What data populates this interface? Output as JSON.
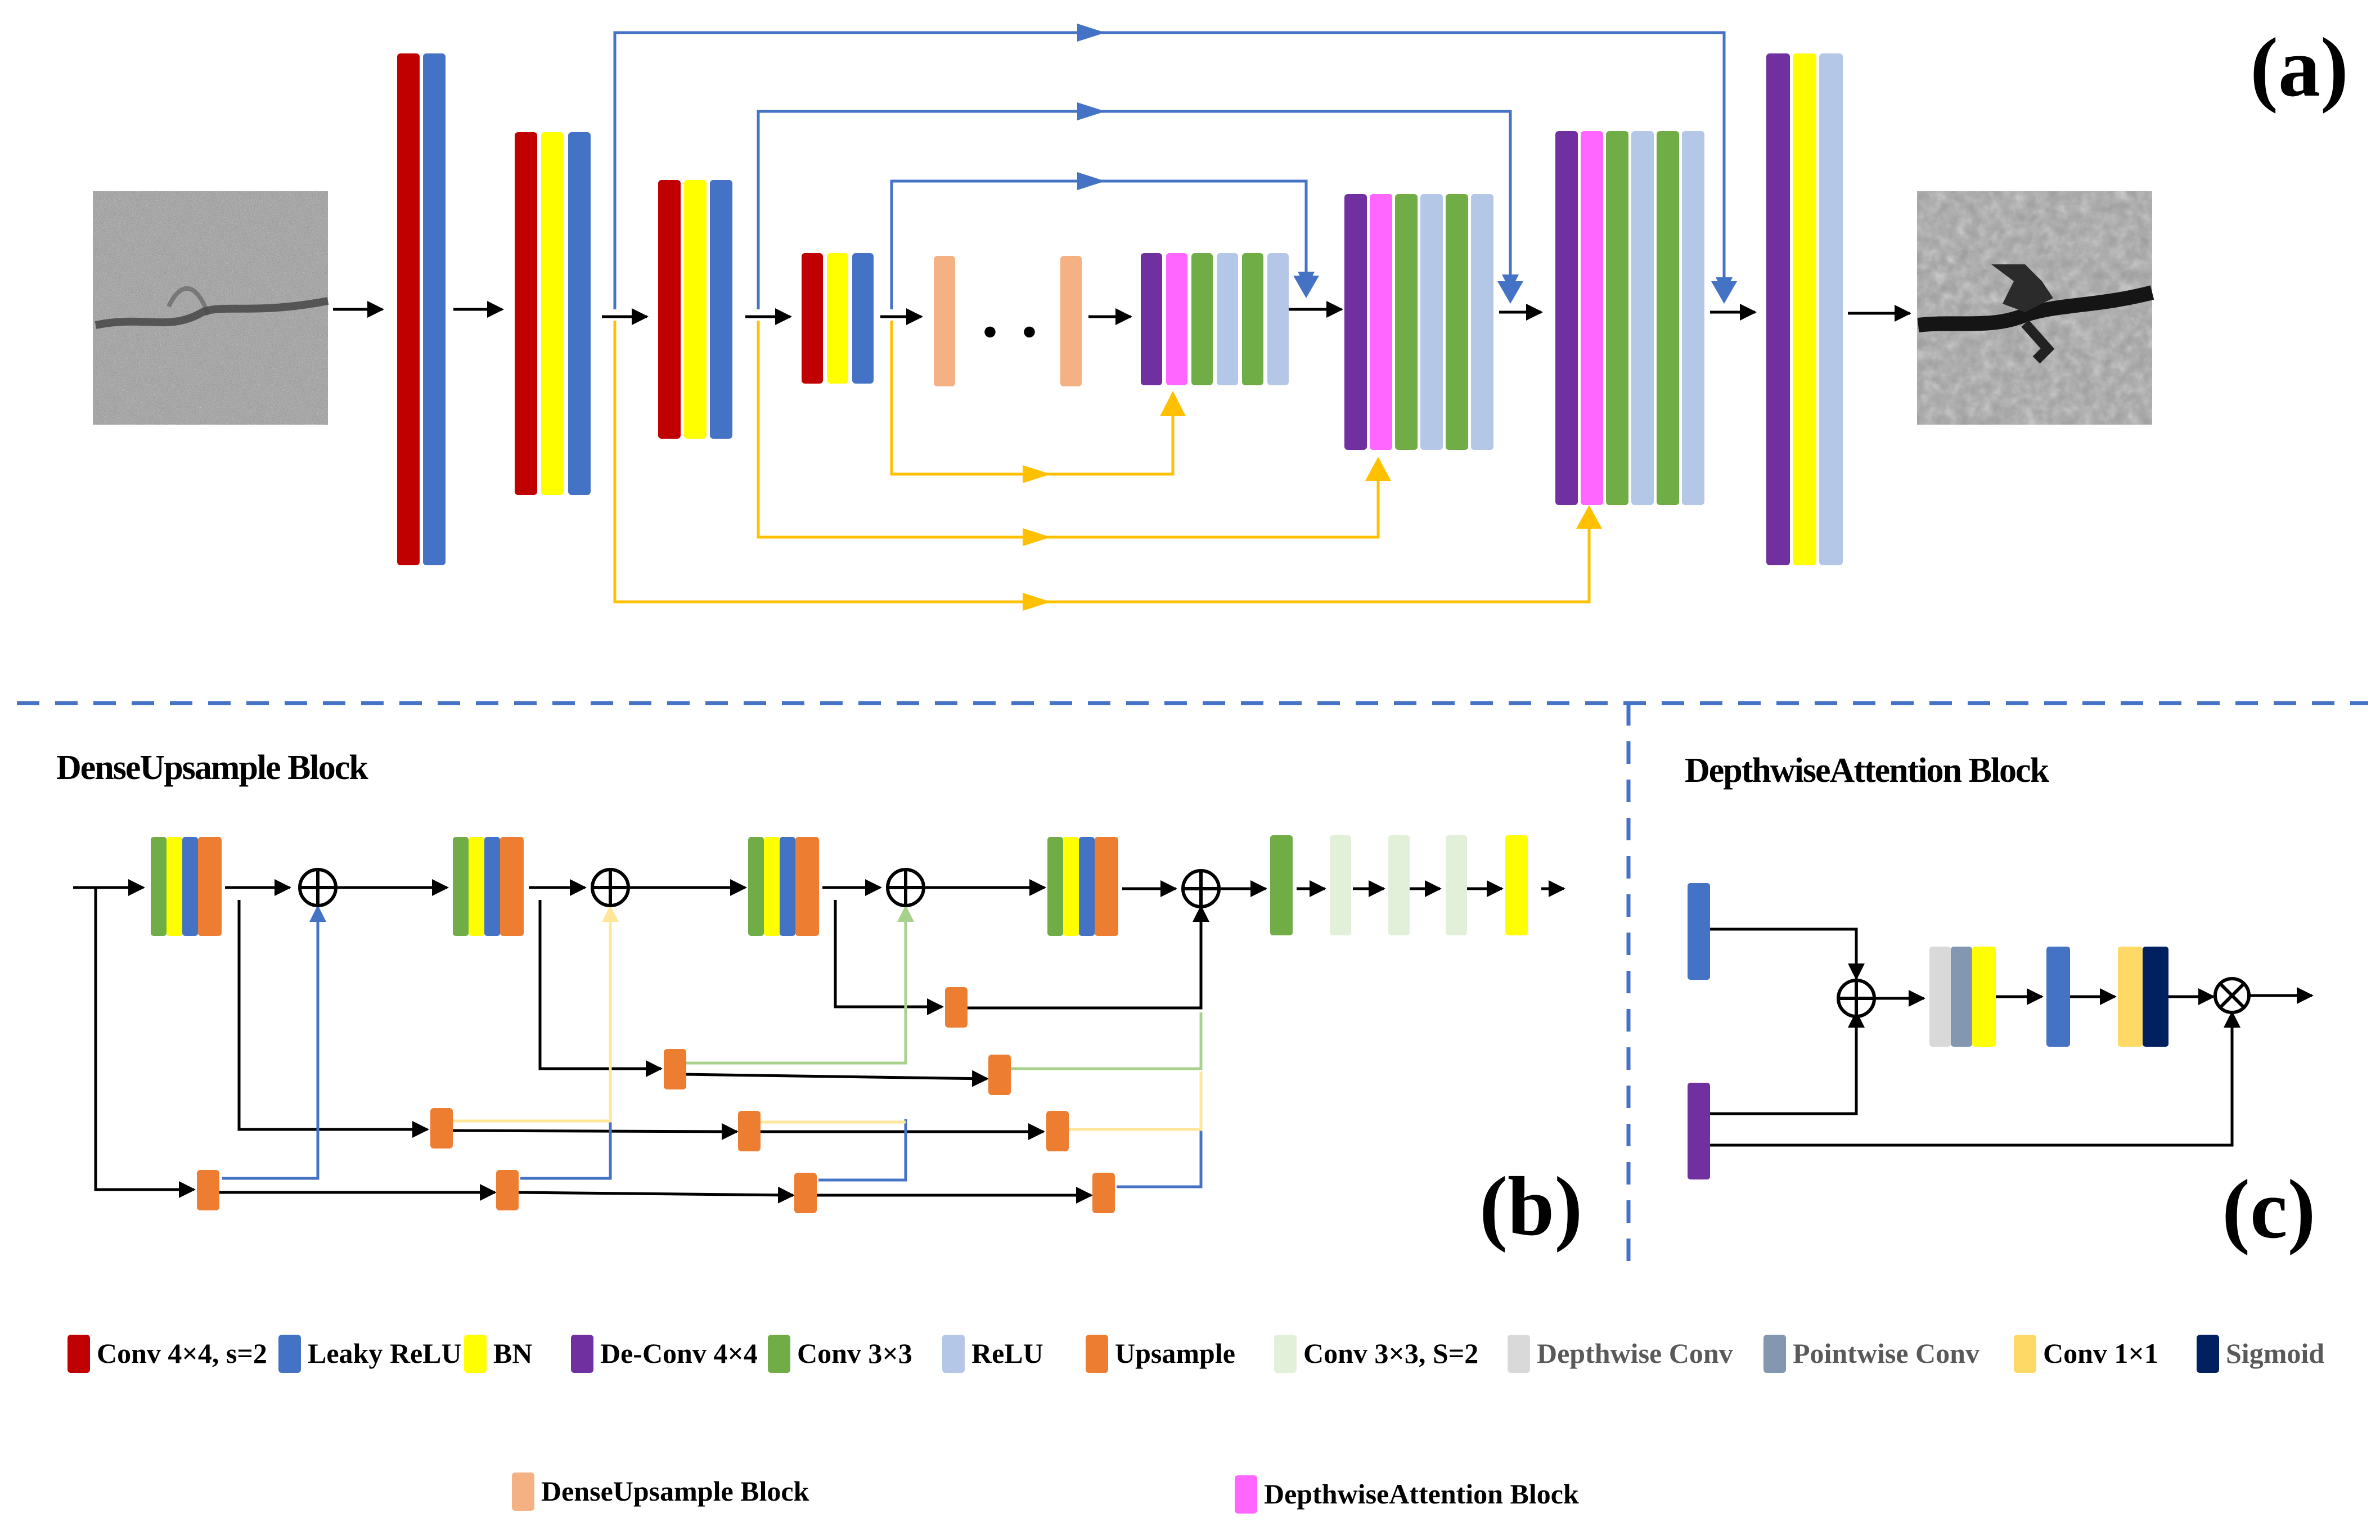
{
  "panels": {
    "a": {
      "tag": "(a)"
    },
    "b": {
      "tag": "(b)",
      "title": "DenseUpsample Block"
    },
    "c": {
      "tag": "(c)",
      "title": "DepthwiseAttention Block"
    }
  },
  "ellipsis": "· · ·",
  "legend": [
    {
      "key": "conv4",
      "label": "Conv 4×4, s=2",
      "color": "#C00000"
    },
    {
      "key": "lrelu",
      "label": "Leaky ReLU",
      "color": "#4472C4"
    },
    {
      "key": "bn",
      "label": "BN",
      "color": "#FFFF00"
    },
    {
      "key": "deconv",
      "label": "De-Conv 4×4",
      "color": "#7030A0"
    },
    {
      "key": "conv3",
      "label": "Conv 3×3",
      "color": "#70AD47"
    },
    {
      "key": "relu",
      "label": "ReLU",
      "color": "#B4C7E7"
    },
    {
      "key": "upsample",
      "label": "Upsample",
      "color": "#ED7D31"
    },
    {
      "key": "conv3s2",
      "label": "Conv 3×3, S=2",
      "color": "#E2F0D9"
    },
    {
      "key": "dwconv",
      "label": "Depthwise Conv",
      "color": "#D9D9D9"
    },
    {
      "key": "pwconv",
      "label": "Pointwise Conv",
      "color": "#8497B0"
    },
    {
      "key": "conv1",
      "label": "Conv 1×1",
      "color": "#FFD966"
    },
    {
      "key": "sigmoid",
      "label": "Sigmoid",
      "color": "#002060"
    },
    {
      "key": "dub",
      "label": "DenseUpsample Block",
      "color": "#F4B183"
    },
    {
      "key": "dab",
      "label": "DepthwiseAttention Block",
      "color": "#FF66FF"
    }
  ],
  "colors": {
    "skip_blue": "#4472C4",
    "skip_yellow": "#FFC000",
    "divider": "#4472C4",
    "line_green": "#A9D18E",
    "line_cream": "#FFE699"
  },
  "images": {
    "input": "noisy-crack-image",
    "output": "reconstructed-crack-image"
  }
}
